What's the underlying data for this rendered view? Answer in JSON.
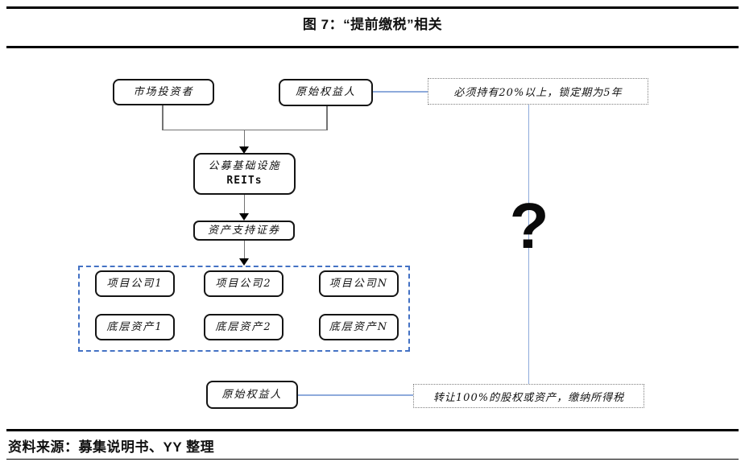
{
  "title": "图 7：“提前缴税”相关",
  "diagram": {
    "market_investor": "市场投资者",
    "original_holder_top": "原始权益人",
    "holding_note": "必须持有20%以上，锁定期为5年",
    "reits_line1": "公募基础设施",
    "reits_line2": "REITs",
    "abs_label": "资产支持证券",
    "project_companies": [
      "项目公司1",
      "项目公司2",
      "项目公司N"
    ],
    "underlying_assets": [
      "底层资产1",
      "底层资产2",
      "底层资产N"
    ],
    "original_holder_bottom": "原始权益人",
    "transfer_note": "转让100%的股权或资产，缴纳所得税",
    "question_mark": "?",
    "colors": {
      "box_border": "#141414",
      "dashed_container_border": "#4472c4",
      "blue_connector": "#8eaadb",
      "gray_connector": "#737373",
      "rule": "#000000"
    }
  },
  "footer": {
    "source": "资料来源：募集说明书、YY 整理"
  }
}
